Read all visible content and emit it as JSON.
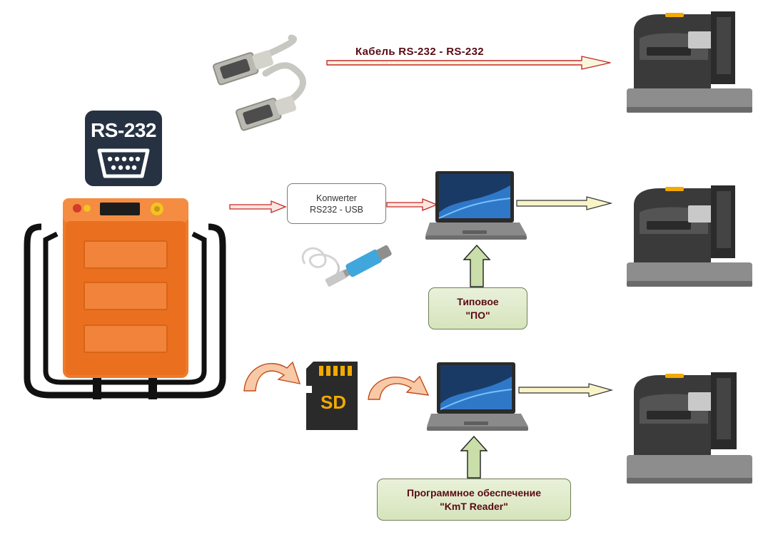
{
  "rs232_badge": {
    "label": "RS-232"
  },
  "cable": {
    "label": "Кабель RS-232 - RS-232"
  },
  "converter": {
    "line1": "Konwerter",
    "line2": "RS232 - USB"
  },
  "standard_software": {
    "line1": "Типовое",
    "line2": "\"ПО\""
  },
  "kmt_software": {
    "line1": "Программное обеспечение",
    "line2": "\"KmT Reader\""
  },
  "sd_card": {
    "label": "SD"
  },
  "icons": {
    "badge": "rs232-connector-icon",
    "device": "orange-meter-device",
    "cable": "db9-cable",
    "usb_adapter": "usb-serial-adapter",
    "sd": "sd-card-icon",
    "laptop": "laptop",
    "printer": "card-printer"
  },
  "colors": {
    "orange": "#f07a2a",
    "dark": "#263242",
    "label_text": "#5a0a14",
    "green_box": "#dde8c8",
    "arrow_red": "#c62828",
    "arrow_yellow": "#f7f2c4"
  }
}
